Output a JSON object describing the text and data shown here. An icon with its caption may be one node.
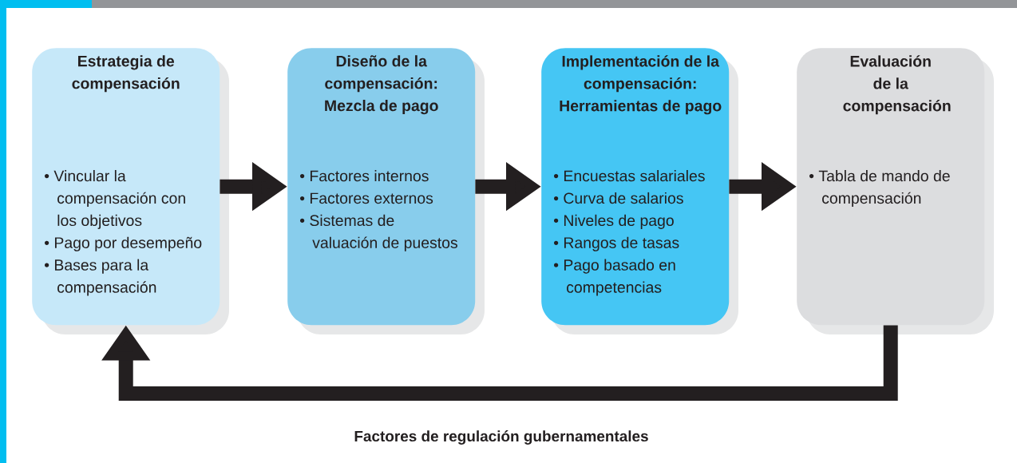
{
  "diagram": {
    "nodes": [
      {
        "text": [
          "Estrategia de compensación",
          "• Vincular la compensación con los objetivos",
          "• Pago por desempeño",
          "• Bases para la compensación"
        ]
      },
      {
        "text": [
          "Diseño de la compensación: Mezcla de pago",
          "• Factores internos",
          "• Factores externos",
          "• Sistemas de valuación de puestos"
        ]
      },
      {
        "text": [
          "Implementación de la compensación: Herramientas de pago",
          "• Encuestas salariales",
          "• Curva de salarios",
          "• Niveles de pago",
          "• Rangos de tasas",
          "• Pago basado en competencias"
        ]
      },
      {
        "text": [
          "Evaluación de la compensación",
          "• Tabla de mando de compensación"
        ]
      }
    ],
    "edges": [
      {
        "from": 0,
        "to": 1,
        "arrow": "to"
      },
      {
        "from": 1,
        "to": 2,
        "arrow": "to"
      },
      {
        "from": 2,
        "to": 3,
        "arrow": "to"
      },
      {
        "from": 3,
        "to": 0,
        "arrow": "to"
      }
    ],
    "labels": [
      "Factores de regulación gubernamentales"
    ]
  }
}
